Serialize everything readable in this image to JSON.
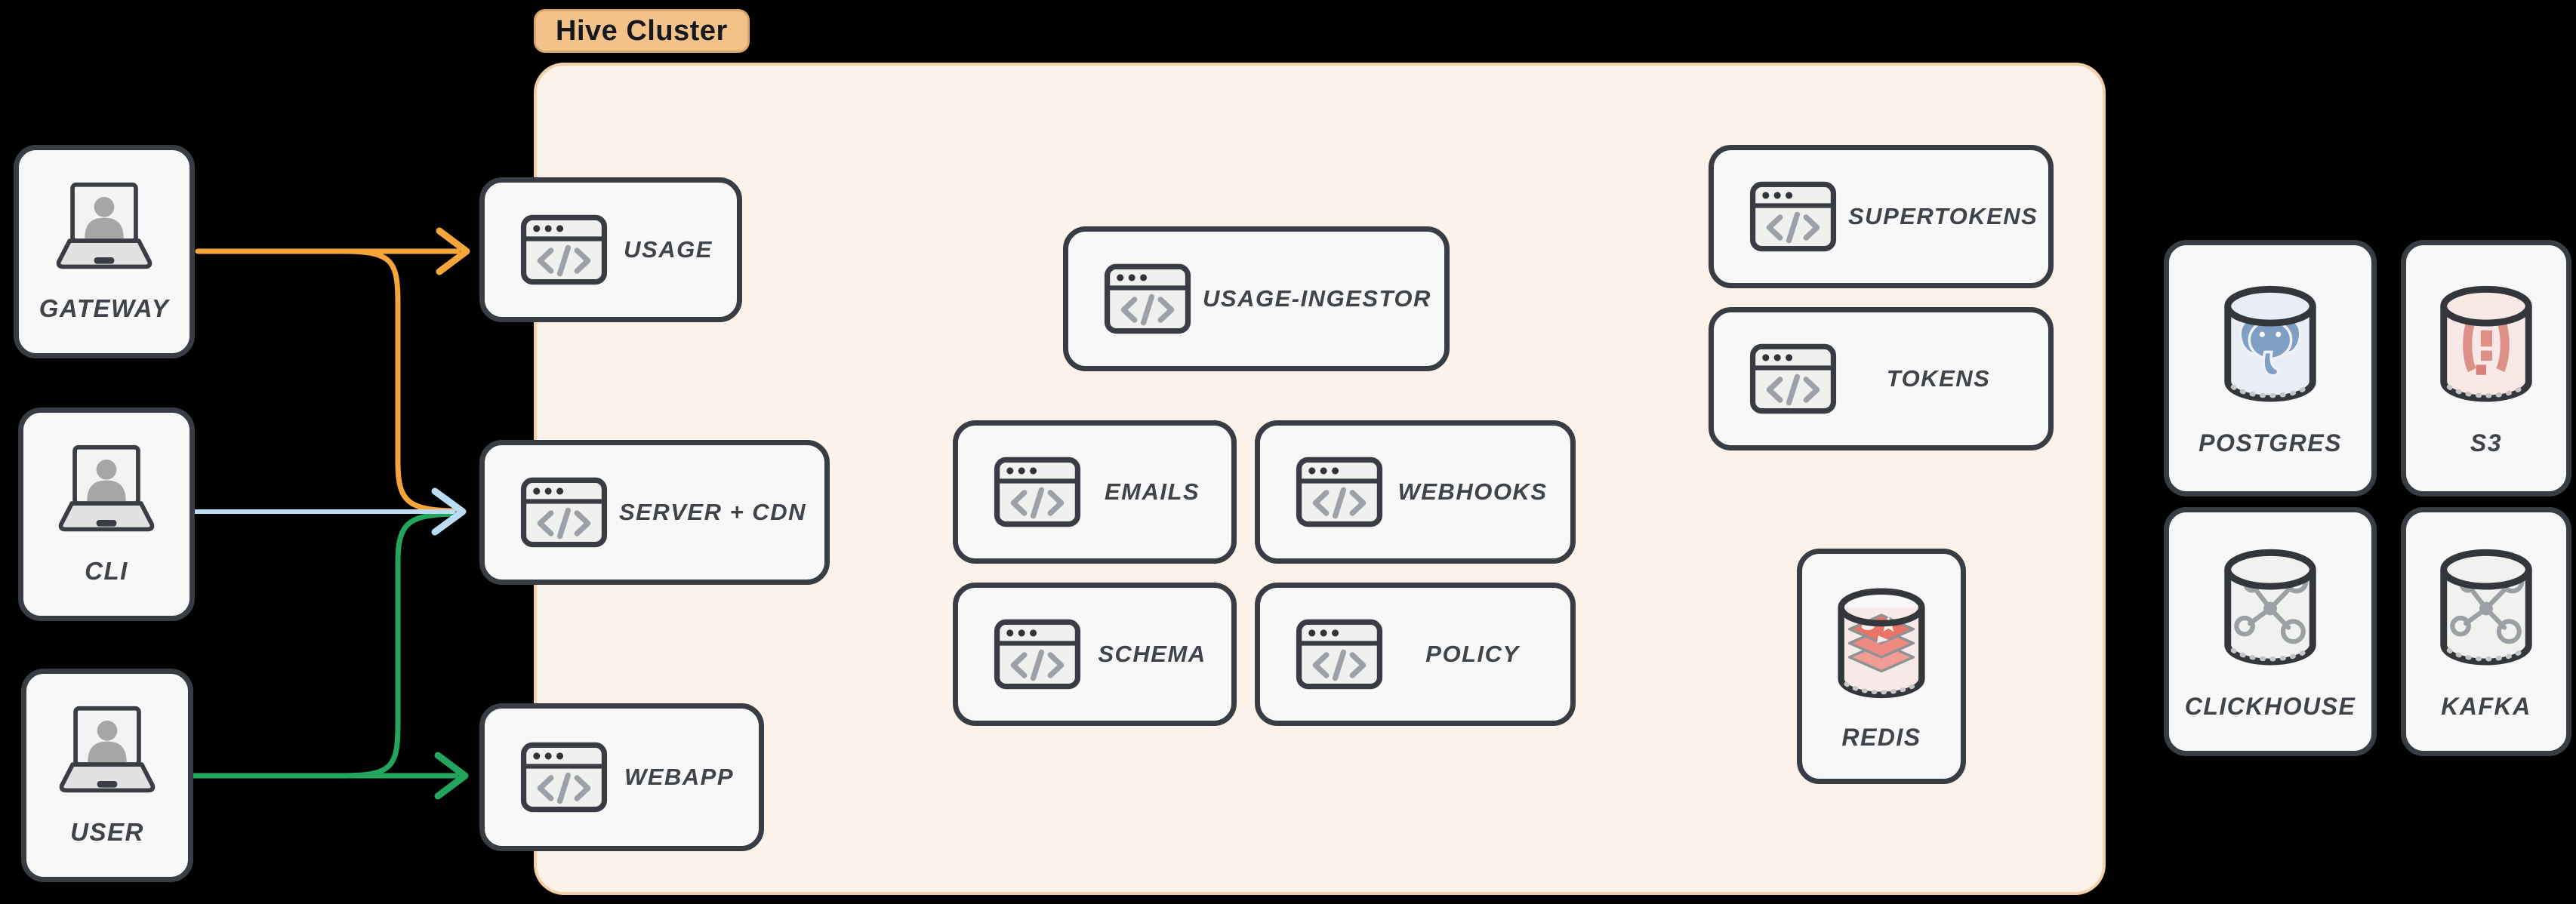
{
  "cluster_badge": {
    "label": "Hive Cluster"
  },
  "client_nodes": [
    {
      "id": "gateway",
      "label": "GATEWAY",
      "icon": "laptop-user-icon"
    },
    {
      "id": "cli",
      "label": "CLI",
      "icon": "laptop-user-icon"
    },
    {
      "id": "user",
      "label": "USER",
      "icon": "laptop-user-icon"
    }
  ],
  "cluster": {
    "services": [
      {
        "id": "usage",
        "label": "USAGE",
        "icon": "browser-code-icon"
      },
      {
        "id": "server-cdn",
        "label": "SERVER + CDN",
        "icon": "browser-code-icon"
      },
      {
        "id": "webapp",
        "label": "WEBAPP",
        "icon": "browser-code-icon"
      },
      {
        "id": "usage-ingestor",
        "label": "USAGE-INGESTOR",
        "icon": "browser-code-icon"
      },
      {
        "id": "emails",
        "label": "EMAILS",
        "icon": "browser-code-icon"
      },
      {
        "id": "webhooks",
        "label": "WEBHOOKS",
        "icon": "browser-code-icon"
      },
      {
        "id": "schema",
        "label": "SCHEMA",
        "icon": "browser-code-icon"
      },
      {
        "id": "policy",
        "label": "POLICY",
        "icon": "browser-code-icon"
      },
      {
        "id": "supertokens",
        "label": "SUPERTOKENS",
        "icon": "browser-code-icon"
      },
      {
        "id": "tokens",
        "label": "TOKENS",
        "icon": "browser-code-icon"
      }
    ],
    "datastores": [
      {
        "id": "redis",
        "label": "REDIS",
        "icon": "redis-cylinder-icon"
      }
    ]
  },
  "external_datastores": [
    {
      "id": "postgres",
      "label": "POSTGRES",
      "icon": "postgres-cylinder-icon"
    },
    {
      "id": "s3",
      "label": "S3",
      "icon": "s3-cylinder-icon"
    },
    {
      "id": "clickhouse",
      "label": "CLICKHOUSE",
      "icon": "molecule-cylinder-icon"
    },
    {
      "id": "kafka",
      "label": "KAFKA",
      "icon": "molecule-cylinder-icon"
    }
  ],
  "edges": [
    {
      "from": "GATEWAY",
      "to": "USAGE",
      "color": "#f6a53b"
    },
    {
      "from": "GATEWAY",
      "to": "SERVER + CDN",
      "color": "#f6a53b"
    },
    {
      "from": "CLI",
      "to": "SERVER + CDN",
      "color": "#bcdcf5"
    },
    {
      "from": "USER",
      "to": "SERVER + CDN",
      "color": "#23a55e"
    },
    {
      "from": "USER",
      "to": "WEBAPP",
      "color": "#23a55e"
    }
  ],
  "colors": {
    "background": "#000000",
    "node_fill": "#f7f8f7",
    "node_border": "#383d43",
    "label_text": "#3f444a",
    "cluster_fill": "#fdf2e9",
    "cluster_border": "#f2cfa6",
    "badge_fill": "#f3c289",
    "arrow_orange": "#f6a53b",
    "arrow_blue": "#bcdcf5",
    "arrow_green": "#23a55e",
    "postgres_accent": "#7e9fc3",
    "s3_accent": "#dd9087",
    "redis_accent": "#e87468",
    "molecule_gray": "#9aa0a4"
  }
}
